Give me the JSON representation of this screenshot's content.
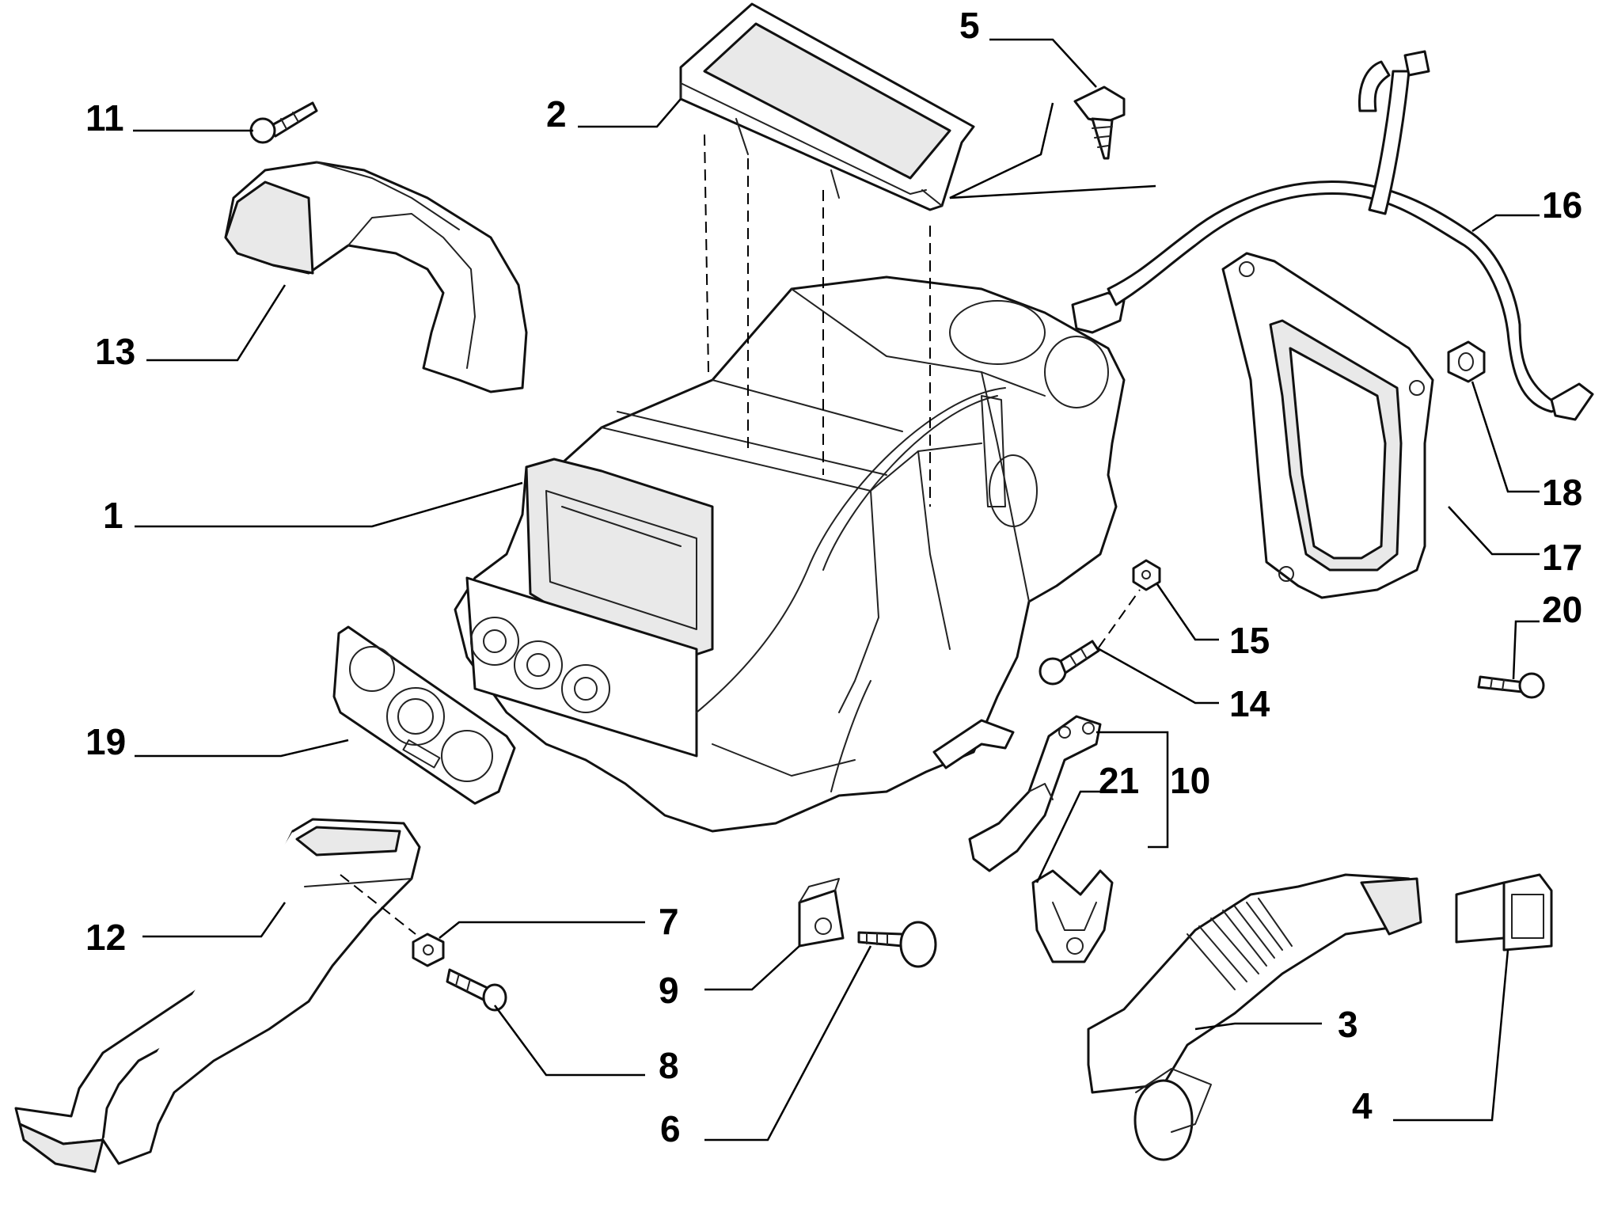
{
  "callouts": {
    "c1": "1",
    "c2": "2",
    "c3": "3",
    "c4": "4",
    "c5": "5",
    "c6": "6",
    "c7": "7",
    "c8": "8",
    "c9": "9",
    "c10": "10",
    "c11": "11",
    "c12": "12",
    "c13": "13",
    "c14": "14",
    "c15": "15",
    "c16": "16",
    "c17": "17",
    "c18": "18",
    "c19": "19",
    "c20": "20",
    "c21": "21"
  },
  "colors": {
    "line": "#000000",
    "background": "#ffffff",
    "shade": "#e9e9e9"
  }
}
